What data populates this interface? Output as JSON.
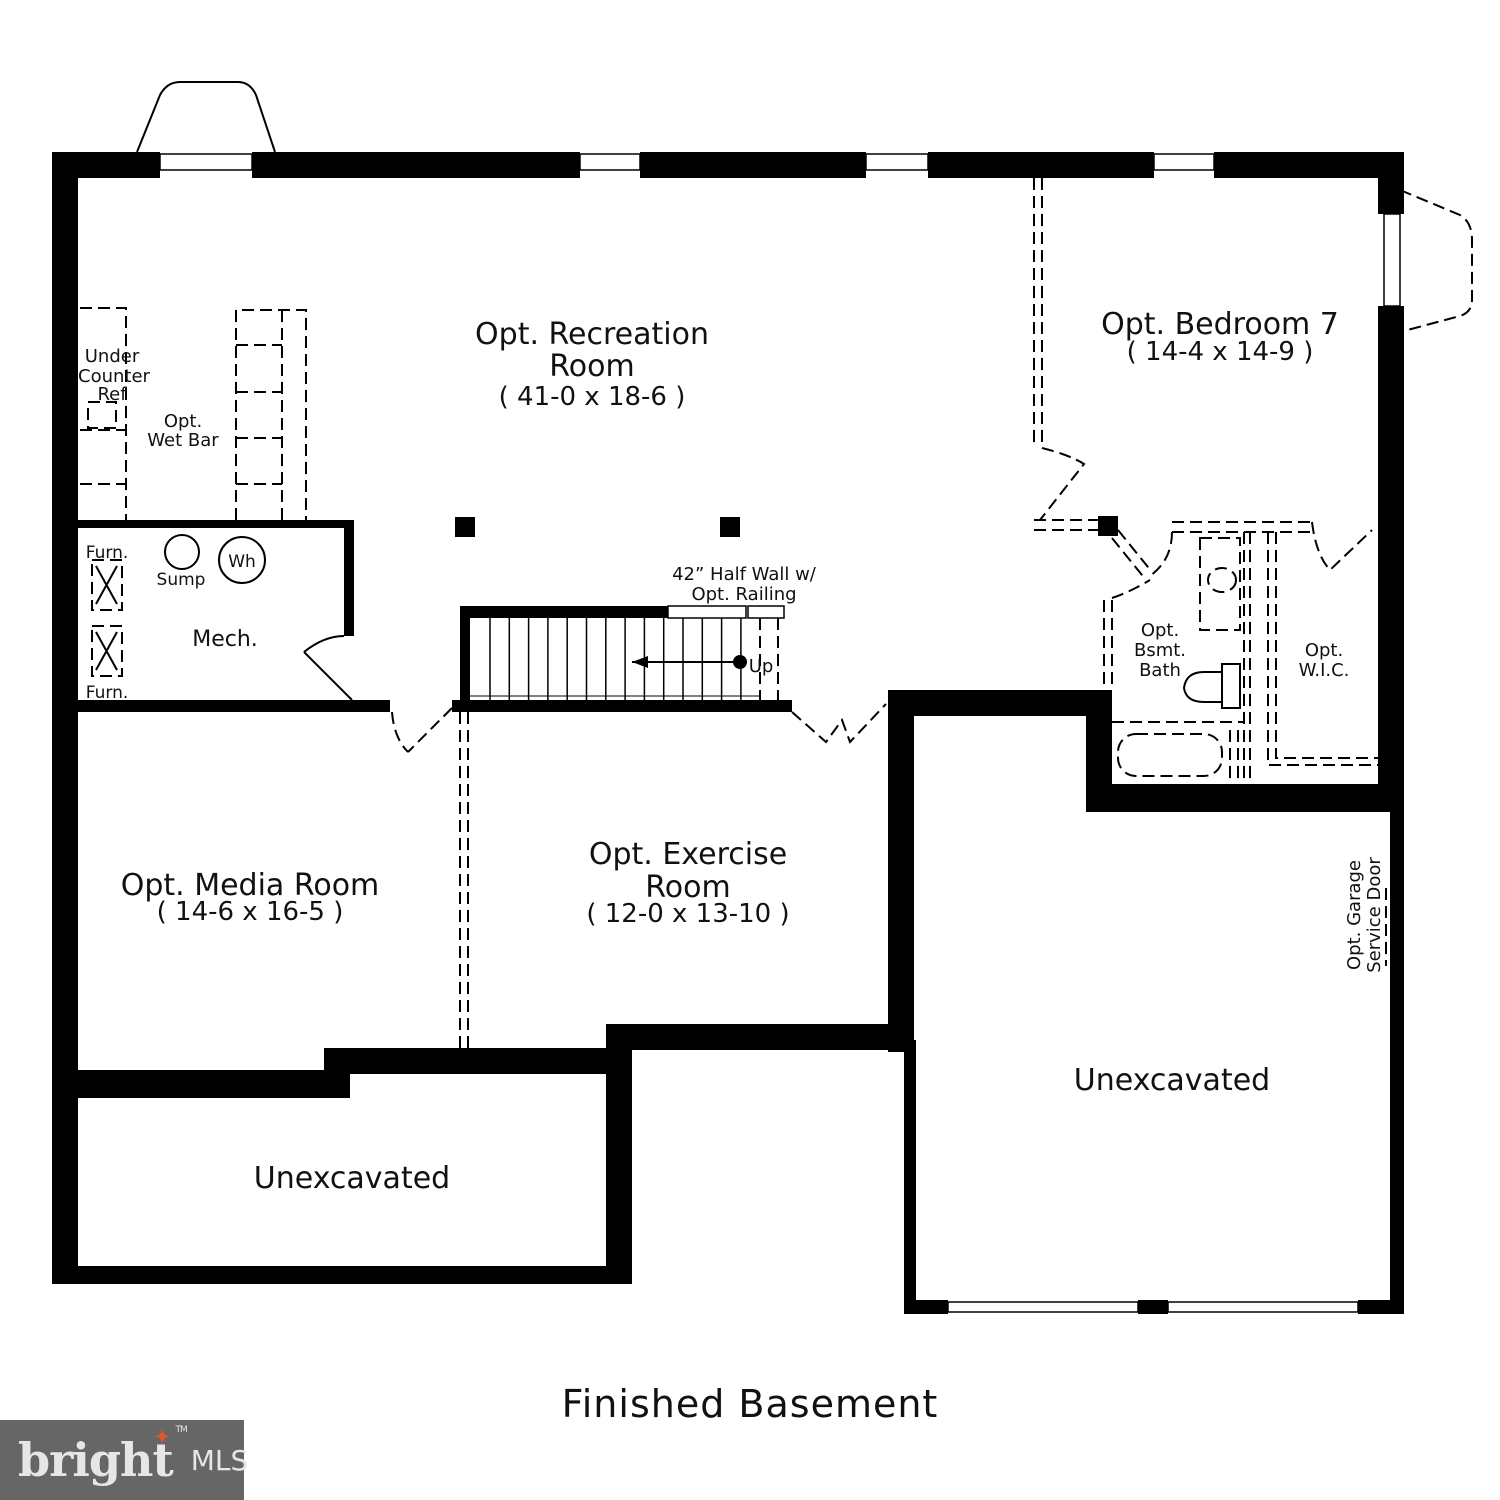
{
  "plan": {
    "title": "Finished Basement",
    "rooms": {
      "recreation": {
        "name_line1": "Opt. Recreation",
        "name_line2": "Room",
        "dims": "( 41-0 x 18-6 )"
      },
      "bedroom7": {
        "name": "Opt. Bedroom 7",
        "dims": "( 14-4 x 14-9 )"
      },
      "wet_bar": {
        "line1": "Opt.",
        "line2": "Wet Bar"
      },
      "under_counter_ref": {
        "line1": "Under",
        "line2": "Counter",
        "line3": "Ref"
      },
      "mech": {
        "name": "Mech."
      },
      "furn_top": {
        "name": "Furn."
      },
      "furn_bottom": {
        "name": "Furn."
      },
      "sump": {
        "name": "Sump"
      },
      "water_heater": {
        "name": "Wh"
      },
      "half_wall": {
        "line1": "42” Half Wall w/",
        "line2": "Opt. Railing"
      },
      "stairs": {
        "label": "Up"
      },
      "bsmt_bath": {
        "line1": "Opt.",
        "line2": "Bsmt.",
        "line3": "Bath"
      },
      "wic": {
        "line1": "Opt.",
        "line2": "W.I.C."
      },
      "media": {
        "name": "Opt. Media Room",
        "dims": "( 14-6 x 16-5 )"
      },
      "exercise": {
        "name_line1": "Opt. Exercise",
        "name_line2": "Room",
        "dims": "( 12-0 x 13-10 )"
      },
      "unexcavated_left": {
        "name": "Unexcavated"
      },
      "unexcavated_right": {
        "name": "Unexcavated"
      },
      "garage_service_door": {
        "line1": "Opt. Garage",
        "line2": "Service Door"
      }
    }
  },
  "watermark": {
    "brand": "bright",
    "suffix": "MLS",
    "trademark": "TM",
    "bg_color": "#666666",
    "accent_color": "#e2552b"
  }
}
